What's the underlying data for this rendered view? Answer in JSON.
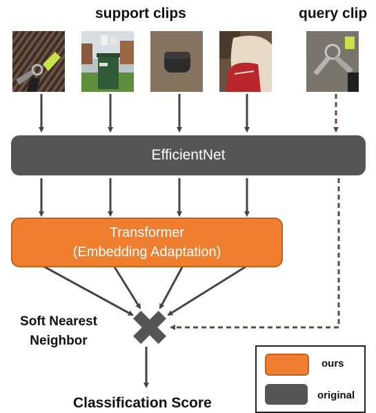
{
  "headers": {
    "support": "support clips",
    "query": "query clip"
  },
  "clips": {
    "support": [
      {
        "name": "keys-on-doormat"
      },
      {
        "name": "wheelie-bin"
      },
      {
        "name": "earbuds-case"
      },
      {
        "name": "red-bag-on-armchair"
      }
    ],
    "query": {
      "name": "keys-on-table"
    }
  },
  "nodes": {
    "backbone": "EfficientNet",
    "adapter_line1": "Transformer",
    "adapter_line2": "(Embedding Adaptation)",
    "combiner_label_line1": "Soft Nearest",
    "combiner_label_line2": "Neighbor",
    "output": "Classification Score"
  },
  "legend": {
    "items": [
      {
        "label": "ours",
        "color": "#ef7f2f"
      },
      {
        "label": "original",
        "color": "#555555"
      }
    ]
  },
  "colors": {
    "ours": "#ef7f2f",
    "original": "#555555",
    "query_path": "#5a4a42",
    "arrow": "#444444"
  },
  "icons": {
    "combiner": "cross-icon"
  }
}
